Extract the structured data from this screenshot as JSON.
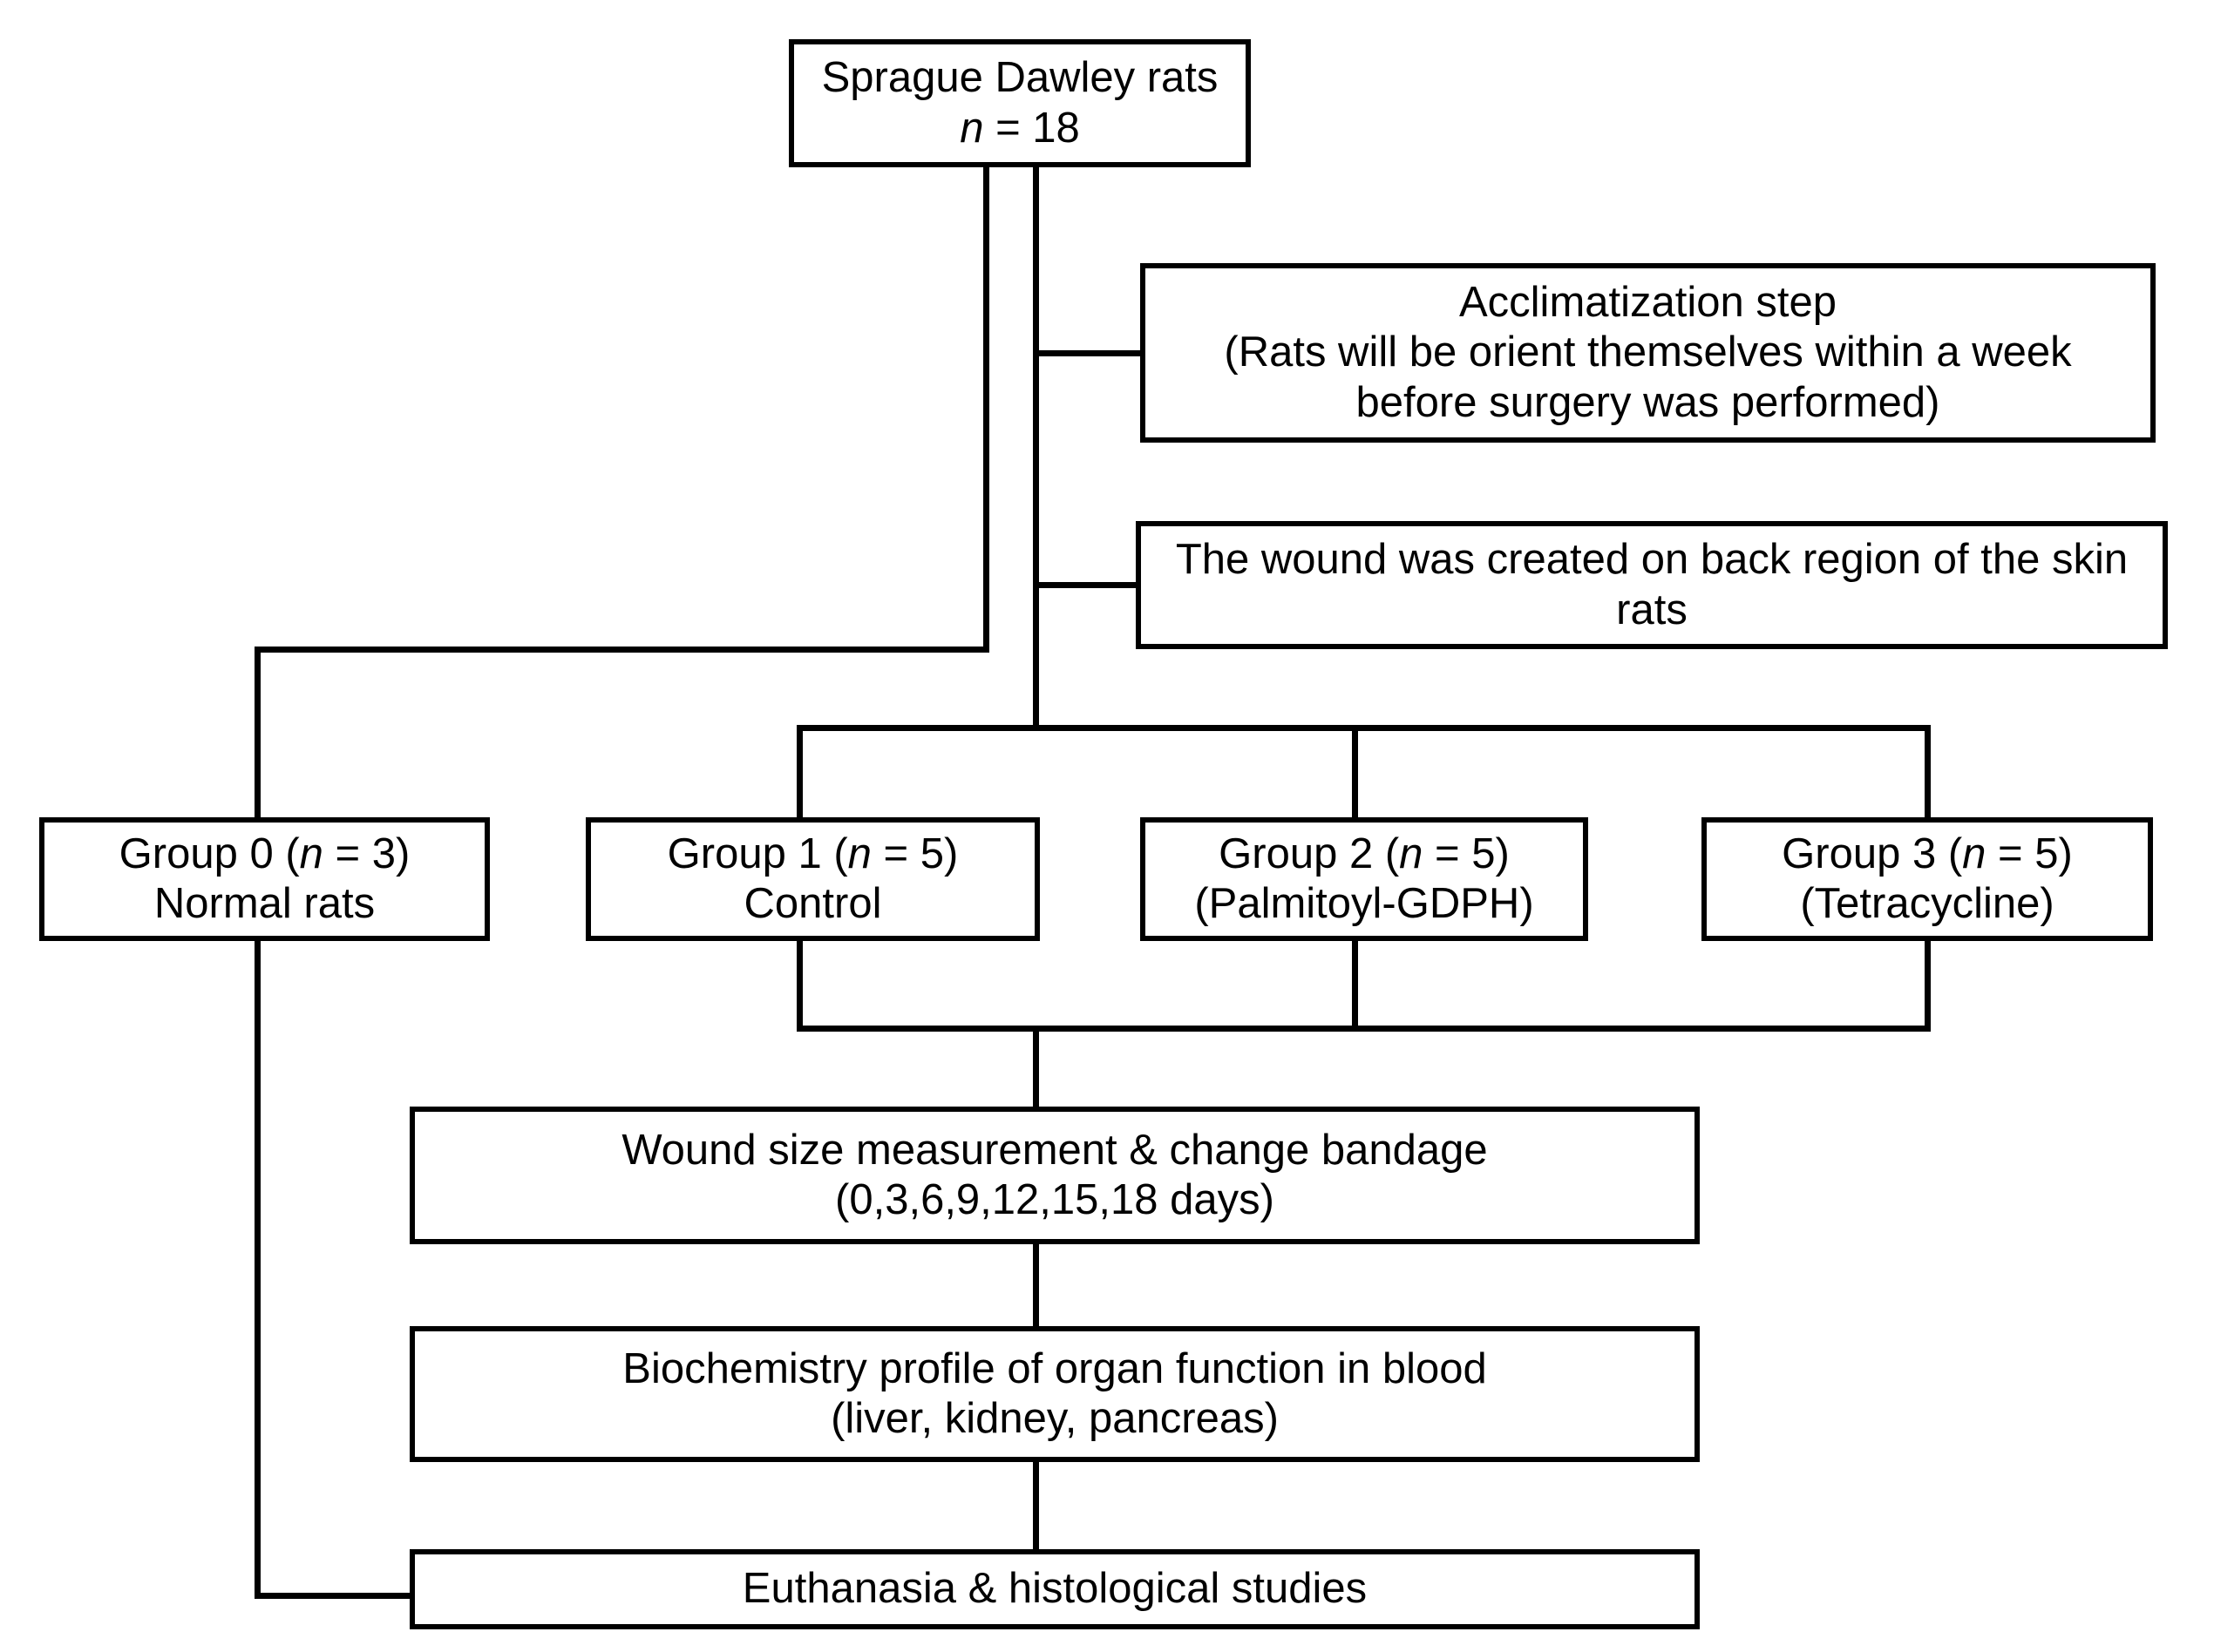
{
  "diagram": {
    "title": "Animal experimental design flowchart",
    "line_color": "#000000",
    "box_fill": "#ffffff",
    "box_border": "#000000"
  },
  "nodes": {
    "root": {
      "line1": "Sprague Dawley rats",
      "line2_prefix": "n",
      "line2_suffix": " = 18"
    },
    "acclimatization": {
      "line1": "Acclimatization step",
      "line2": "(Rats will be orient themselves within a week",
      "line3": "before surgery was performed)"
    },
    "wound_creation": {
      "line1": "The wound was created on back region of the skin",
      "line2": "rats"
    },
    "group0": {
      "label_prefix": "Group 0 (",
      "label_italic": "n",
      "label_suffix": " = 3)",
      "line2": "Normal rats"
    },
    "group1": {
      "label_prefix": "Group 1 (",
      "label_italic": "n",
      "label_suffix": " = 5)",
      "line2": "Control"
    },
    "group2": {
      "label_prefix": "Group 2 (",
      "label_italic": "n",
      "label_suffix": " = 5)",
      "line2": "(Palmitoyl-GDPH)"
    },
    "group3": {
      "label_prefix": "Group 3 (",
      "label_italic": "n",
      "label_suffix": " = 5)",
      "line2": "(Tetracycline)"
    },
    "wound_measurement": {
      "line1": "Wound size measurement & change bandage",
      "line2": "(0,3,6,9,12,15,18 days)"
    },
    "biochemistry": {
      "line1": "Biochemistry profile of organ function in blood",
      "line2": "(liver, kidney, pancreas)"
    },
    "euthanasia": {
      "line1": "Euthanasia & histological studies"
    }
  }
}
